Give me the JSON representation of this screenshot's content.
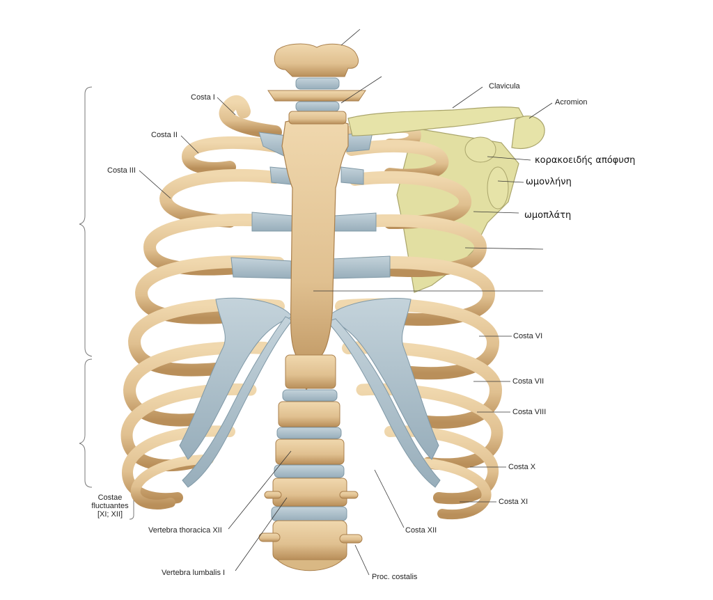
{
  "labels": {
    "costa_i": "Costa I",
    "costa_ii": "Costa II",
    "costa_iii": "Costa III",
    "clavicula": "Clavicula",
    "acromion": "Acromion",
    "coracoid": "κορακοειδής απόφυση",
    "glenoid": "ωμονλήνη",
    "scapula": "ωμοπλάτη",
    "costa_vi": "Costa VI",
    "costa_vii": "Costa VII",
    "costa_viii": "Costa VIII",
    "costa_x": "Costa X",
    "costa_xi": "Costa XI",
    "costa_xii": "Costa XII",
    "costae_fluct_1": "Costae",
    "costae_fluct_2": "fluctuantes",
    "costae_fluct_3": "[XI; XII]",
    "vert_thor_xii": "Vertebra thoracica XII",
    "vert_lumb_i": "Vertebra lumbalis I",
    "proc_costalis": "Proc. costalis"
  },
  "colors": {
    "bone": "#e3c79a",
    "bone_shade": "#b8925e",
    "cartilage": "#aec1cc",
    "scapula": "#e2dfa2",
    "leader": "#333333"
  }
}
